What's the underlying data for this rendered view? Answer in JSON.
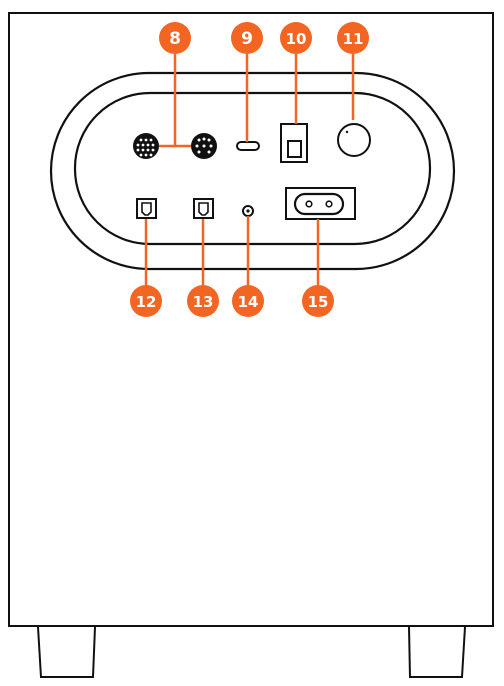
{
  "figure": {
    "subject": "Rear panel of subwoofer",
    "colors": {
      "outline": "#111111",
      "callout": "#f26522",
      "callout_text": "#ffffff",
      "background": "#ffffff"
    }
  },
  "callouts": [
    {
      "id": "c8",
      "label": "8",
      "target": "multi-pin DIN connectors"
    },
    {
      "id": "c9",
      "label": "9",
      "target": "USB-C port"
    },
    {
      "id": "c10",
      "label": "10",
      "target": "power switch"
    },
    {
      "id": "c11",
      "label": "11",
      "target": "round button"
    },
    {
      "id": "c12",
      "label": "12",
      "target": "optical input"
    },
    {
      "id": "c13",
      "label": "13",
      "target": "optical output"
    },
    {
      "id": "c14",
      "label": "14",
      "target": "3.5mm jack"
    },
    {
      "id": "c15",
      "label": "15",
      "target": "AC power inlet"
    }
  ]
}
